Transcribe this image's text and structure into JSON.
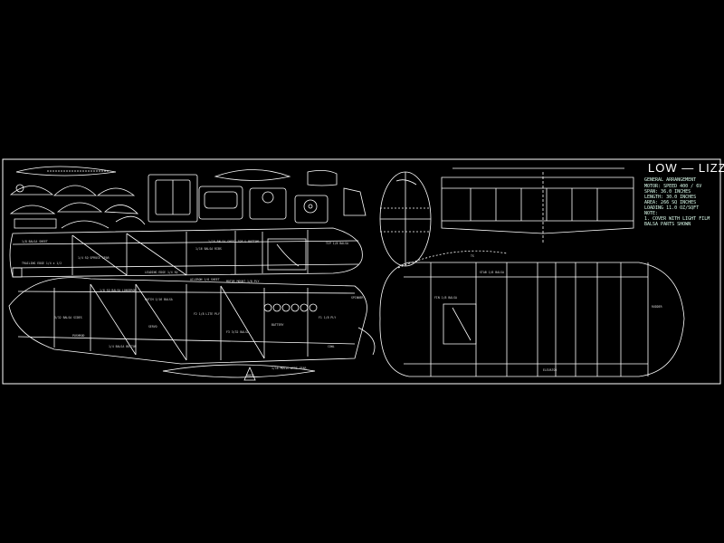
{
  "title_block": {
    "name_left": "LOW",
    "name_sep": "—",
    "name_right": "LIZZ",
    "specs": [
      "GENERAL ARRANGEMENT",
      "MOTOR:  SPEED 400 / 6V",
      "SPAN:   36.0 INCHES",
      "LENGTH: 30.0 INCHES",
      "AREA:   266 SQ INCHES",
      "LOADING 11.0 OZ/SQFT",
      "NOTE:",
      "1. COVER WITH LIGHT FILM",
      "   BALSA PARTS SHOWN"
    ]
  },
  "colors": {
    "background": "#000000",
    "linework": "#ffffff",
    "dim_text": "#dddddd"
  },
  "labels": {
    "wing_top": "1/8 BALSA SHEET",
    "wing_bottom": "1/16 BALSA SHEET TOP & BOTTOM",
    "fuse_top": "1/8 SQ BALSA LONGERON",
    "fuse_side": "3/32 BALSA SIDES",
    "fuse_bottom": "1/4 BALSA BOTTOM",
    "tail_dim": "TS",
    "spar": "1/4 SQ SPRUCE SPAR",
    "ribs": "1/16 BALSA RIBS",
    "motor_mount": "MOTOR MOUNT 1/8 PLY",
    "firewall": "F1 1/8 PLY",
    "former2": "F2 1/8 LITE PLY",
    "former3": "F3 3/32 BALSA",
    "hatch": "HATCH 1/16 BALSA",
    "battery": "BATTERY",
    "servo": "SERVO",
    "wheel": "WHEEL",
    "cowl": "COWL",
    "te": "TRAILING EDGE 1/4 x 1/2",
    "le": "LEADING EDGE 1/4 SQ",
    "aileron": "AILERON 1/8 SHEET",
    "tip": "TIP 1/8 BALSA",
    "stab": "STAB 1/8 BALSA",
    "fin": "FIN 1/8 BALSA",
    "elevator": "ELEVATOR",
    "rudder": "RUDDER",
    "gear": "1/16 MUSIC WIRE GEAR",
    "pushrod": "PUSHROD",
    "spinner": "SPINNER"
  }
}
